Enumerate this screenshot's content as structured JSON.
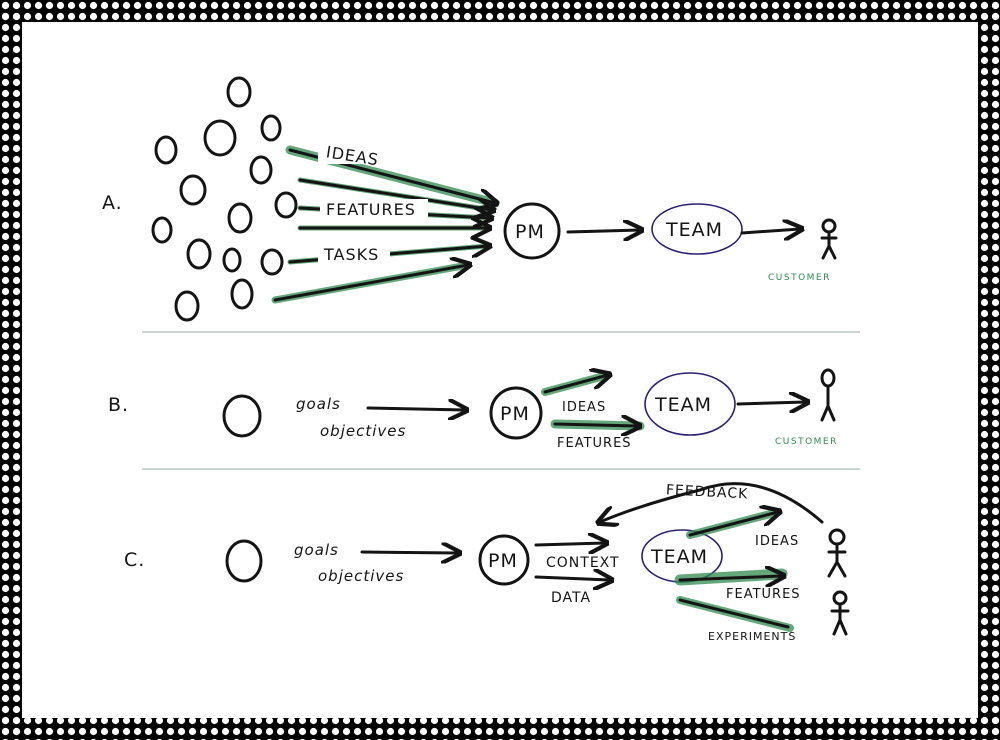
{
  "sections": [
    {
      "label": "A.",
      "flows": [
        "IDEAS",
        "FEATURES",
        "TASKS"
      ],
      "pm": "PM",
      "team": "TEAM",
      "customer": "CUSTOMER"
    },
    {
      "label": "B.",
      "inputs": [
        "goals",
        "objectives"
      ],
      "pm": "PM",
      "outputs": [
        "IDEAS",
        "FEATURES"
      ],
      "team": "TEAM",
      "customer": "CUSTOMER"
    },
    {
      "label": "C.",
      "inputs": [
        "goals",
        "objectives"
      ],
      "pm": "PM",
      "outputs": [
        "CONTEXT",
        "DATA"
      ],
      "team": "TEAM",
      "feedback": "FEEDBACK",
      "team_outputs": [
        "IDEAS",
        "FEATURES",
        "EXPERIMENTS"
      ]
    }
  ],
  "colors": {
    "ink": "#141414",
    "highlight": "#2f8a4e",
    "team_circle": "#2b2070",
    "divider": "#b9c9c2"
  }
}
